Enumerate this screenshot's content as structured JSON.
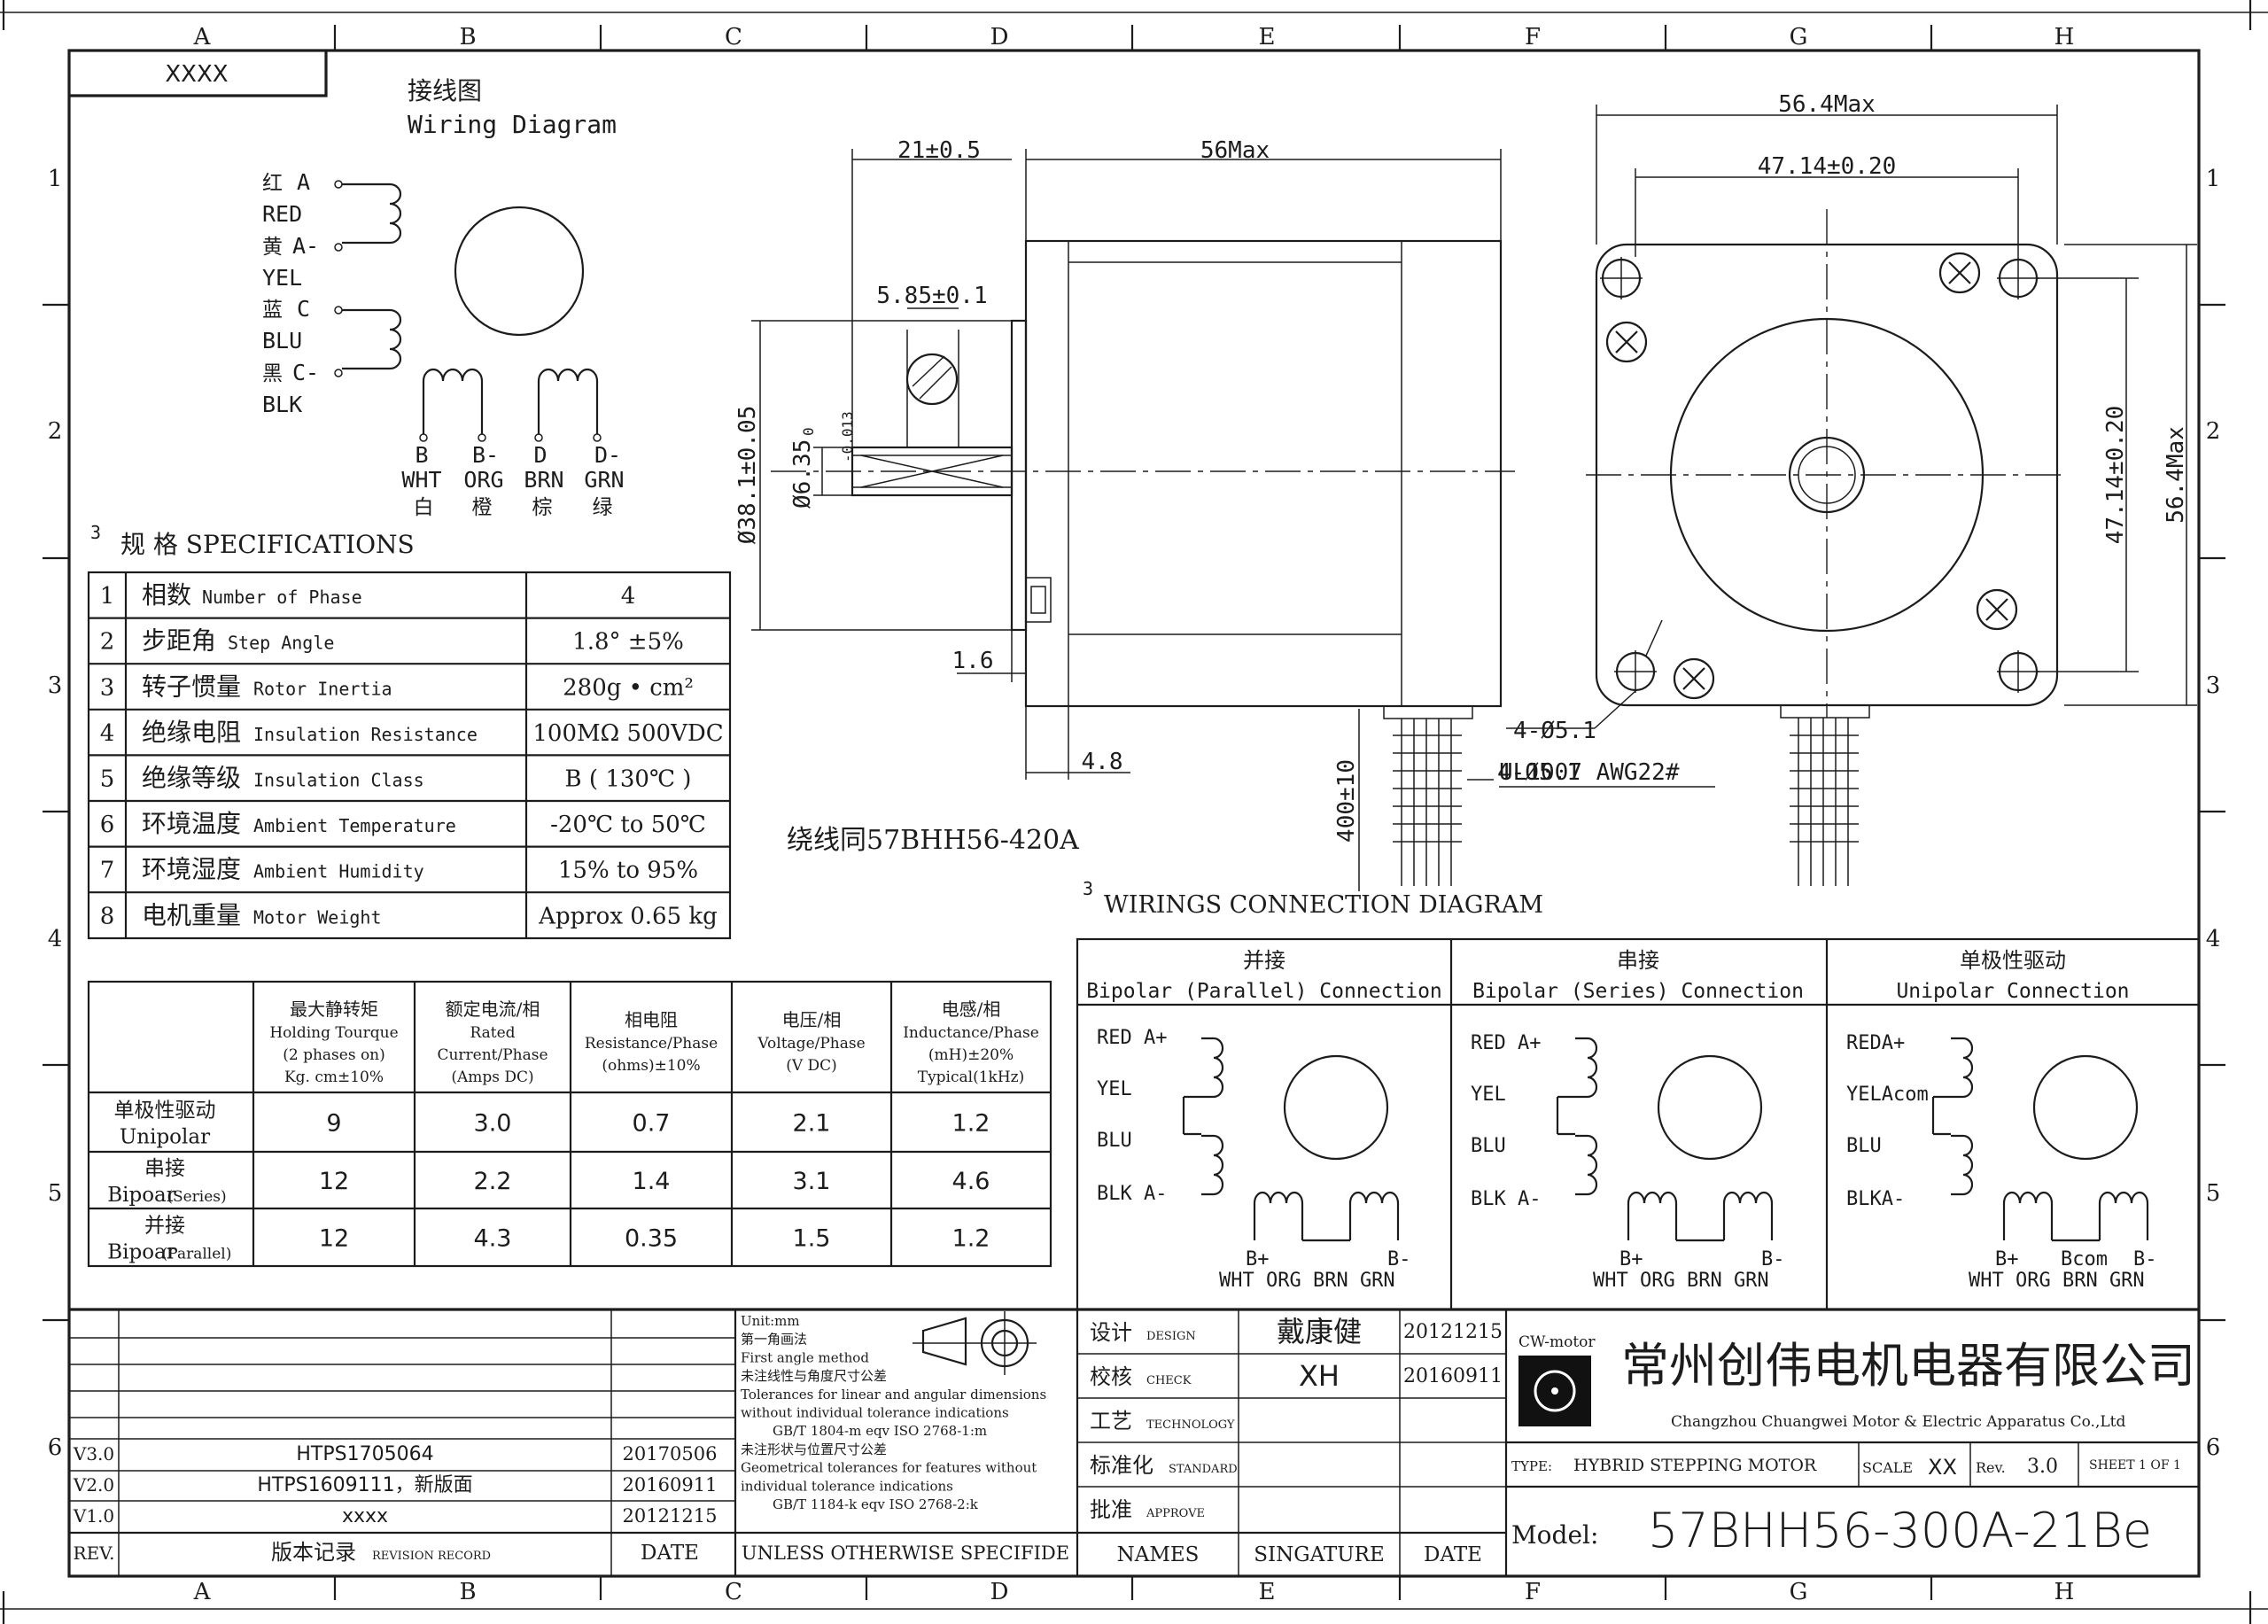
{
  "frame": {
    "columns": [
      "A",
      "B",
      "C",
      "D",
      "E",
      "F",
      "G",
      "H"
    ],
    "rows": [
      "1",
      "2",
      "3",
      "4",
      "5",
      "6"
    ]
  },
  "title_box": "XXXX",
  "wiring": {
    "title_cn": "接线图",
    "title_en": "Wiring Diagram",
    "left_leads": [
      {
        "cn": "红",
        "pin": "A",
        "en": "RED"
      },
      {
        "cn": "黄",
        "pin": "A-",
        "en": "YEL"
      },
      {
        "cn": "蓝",
        "pin": "C",
        "en": "BLU"
      },
      {
        "cn": "黑",
        "pin": "C-",
        "en": "BLK"
      }
    ],
    "bottom_leads": [
      {
        "pin": "B",
        "en": "WHT",
        "cn": "白"
      },
      {
        "pin": "B-",
        "en": "ORG",
        "cn": "橙"
      },
      {
        "pin": "D",
        "en": "BRN",
        "cn": "棕"
      },
      {
        "pin": "D-",
        "en": "GRN",
        "cn": "绿"
      }
    ]
  },
  "specs": {
    "marker": "3",
    "title": "规 格 SPECIFICATIONS",
    "rows": [
      {
        "no": "1",
        "cn": "相数",
        "en": "Number of Phase",
        "value": "4"
      },
      {
        "no": "2",
        "cn": "步距角",
        "en": "Step Angle",
        "value": "1.8° ±5%"
      },
      {
        "no": "3",
        "cn": "转子惯量",
        "en": "Rotor Inertia",
        "value": "280g • cm²"
      },
      {
        "no": "4",
        "cn": "绝缘电阻",
        "en": "Insulation Resistance",
        "value": "100MΩ 500VDC"
      },
      {
        "no": "5",
        "cn": "绝缘等级",
        "en": "Insulation Class",
        "value": "B ( 130℃ )"
      },
      {
        "no": "6",
        "cn": "环境温度",
        "en": "Ambient Temperature",
        "value": "-20℃ to 50℃"
      },
      {
        "no": "7",
        "cn": "环境湿度",
        "en": "Ambient Humidity",
        "value": "15% to 95%"
      },
      {
        "no": "8",
        "cn": "电机重量",
        "en": "Motor Weight",
        "value": "Approx 0.65 kg"
      }
    ]
  },
  "perf": {
    "headers": [
      [
        "最大静转矩",
        "Holding Tourque",
        "(2 phases on)",
        "Kg. cm±10%"
      ],
      [
        "额定电流/相",
        "Rated",
        "Current/Phase",
        "(Amps DC)"
      ],
      [
        "相电阻",
        "Resistance/Phase",
        "(ohms)±10%"
      ],
      [
        "电压/相",
        "Voltage/Phase",
        "(V DC)"
      ],
      [
        "电感/相",
        "Inductance/Phase",
        "(mH)±20%",
        "Typical(1kHz)"
      ]
    ],
    "rows": [
      {
        "cn": "单极性驱动",
        "en": "Unipolar",
        "sub": "",
        "values": [
          "9",
          "3.0",
          "0.7",
          "2.1",
          "1.2"
        ]
      },
      {
        "cn": "串接",
        "en": "Bipoar",
        "sub": "(Series)",
        "values": [
          "12",
          "2.2",
          "1.4",
          "3.1",
          "4.6"
        ]
      },
      {
        "cn": "并接",
        "en": "Bipoar",
        "sub": "(Parallel)",
        "values": [
          "12",
          "4.3",
          "0.35",
          "1.5",
          "1.2"
        ]
      }
    ]
  },
  "dims": {
    "d21": "21±0.5",
    "d56max": "56Max",
    "d585": "5.85±0.1",
    "dshaft_label": "Ø6.35",
    "dshaft_tol_up": "0",
    "dshaft_tol_dn": "-0.013",
    "dboss": "Ø38.1±0.05",
    "d16": "1.6",
    "d48": "4.8",
    "d400": "400±10",
    "d564_h": "56.4Max",
    "d4714_h": "47.14±0.20",
    "d4714_v": "47.14±0.20",
    "d564_v": "56.4Max",
    "holes": "4-Ø5.1",
    "wire": "UL1007 AWG22#",
    "note": "绕线同57BHH56-420A"
  },
  "connections": {
    "marker": "3",
    "title": "WIRINGS CONNECTION DIAGRAM",
    "panels": [
      {
        "cn": "并接",
        "en": "Bipolar (Parallel) Connection",
        "labels": [
          "RED A+",
          "YEL",
          "BLU",
          "BLK A-"
        ],
        "pins": [
          "B+",
          "B-"
        ],
        "colors": "WHT ORG BRN GRN"
      },
      {
        "cn": "串接",
        "en": "Bipolar (Series) Connection",
        "labels": [
          "RED A+",
          "YEL",
          "BLU",
          "BLK A-"
        ],
        "pins": [
          "B+",
          "B-"
        ],
        "colors": "WHT ORG BRN GRN"
      },
      {
        "cn": "单极性驱动",
        "en": "Unipolar Connection",
        "labels": [
          "REDA+",
          "YELAcom",
          "BLU",
          "BLKA-"
        ],
        "pins": [
          "B+",
          "Bcom",
          "B-"
        ],
        "colors": "WHT ORG BRN GRN"
      }
    ]
  },
  "revisions": {
    "rows": [
      {
        "rev": "V3.0",
        "record": "HTPS1705064",
        "date": "20170506"
      },
      {
        "rev": "V2.0",
        "record": "HTPS1609111，新版面",
        "date": "20160911"
      },
      {
        "rev": "V1.0",
        "record": "xxxx",
        "date": "20121215"
      }
    ],
    "head_rev": "REV.",
    "head_record": "版本记录",
    "head_record_en": "REVISION RECORD",
    "head_date": "DATE"
  },
  "tolerance": {
    "lines": [
      "Unit:mm",
      "第一角画法",
      "First angle method",
      "未注线性与角度尺寸公差",
      "Tolerances for linear and angular dimensions",
      "without individual tolerance indications",
      "GB/T 1804-m eqv ISO 2768-1:m",
      "未注形状与位置尺寸公差",
      "Geometrical tolerances for features without",
      "individual tolerance indications",
      "GB/T 1184-k eqv ISO 2768-2:k"
    ],
    "footer": "UNLESS OTHERWISE SPECIFIDE"
  },
  "signoff": {
    "rows": [
      {
        "cn": "设计",
        "en": "DESIGN",
        "sig": "戴康健",
        "date": "20121215"
      },
      {
        "cn": "校核",
        "en": "CHECK",
        "sig": "XH",
        "date": "20160911"
      },
      {
        "cn": "工艺",
        "en": "TECHNOLOGY",
        "sig": "",
        "date": ""
      },
      {
        "cn": "标准化",
        "en": "STANDARD",
        "sig": "",
        "date": ""
      },
      {
        "cn": "批准",
        "en": "APPROVE",
        "sig": "",
        "date": ""
      }
    ],
    "footer_names": "NAMES",
    "footer_sig": "SINGATURE",
    "footer_date": "DATE"
  },
  "company": {
    "brand": "CW-motor",
    "name_cn": "常州创伟电机电器有限公司",
    "name_en": "Changzhou Chuangwei Motor & Electric Apparatus Co.,Ltd",
    "type_label": "TYPE:",
    "type": "HYBRID STEPPING MOTOR",
    "scale_label": "SCALE",
    "scale": "XX",
    "rev_label": "Rev.",
    "rev": "3.0",
    "sheet": "SHEET 1 OF 1",
    "model_label": "Model:",
    "model": "57BHH56-300A-21Be"
  }
}
